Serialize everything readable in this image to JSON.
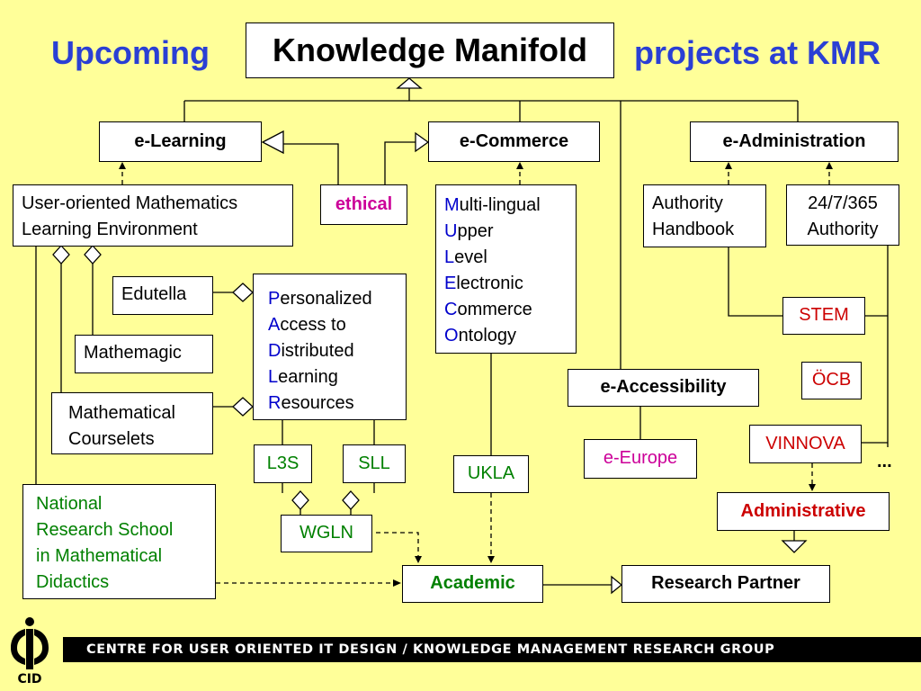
{
  "title": {
    "left": "Upcoming",
    "center": "Knowledge Manifold",
    "right": "projects at KMR"
  },
  "nodes": {
    "e_learning": "e-Learning",
    "e_commerce": "e-Commerce",
    "e_administration": "e-Administration",
    "umle": [
      "User-oriented Mathematics",
      "Learning Environment"
    ],
    "ethical": "ethical",
    "mulleco": [
      {
        "initial": "M",
        "rest": "ulti-lingual"
      },
      {
        "initial": "U",
        "rest": "pper"
      },
      {
        "initial": "L",
        "rest": "evel"
      },
      {
        "initial": "E",
        "rest": "lectronic"
      },
      {
        "initial": "C",
        "rest": "ommerce"
      },
      {
        "initial": "O",
        "rest": "ntology"
      }
    ],
    "authority_handbook": [
      "Authority",
      "Handbook"
    ],
    "authority_247": [
      "24/7/365",
      "Authority"
    ],
    "edutella": "Edutella",
    "mathemagic": "Mathemagic",
    "courselets": [
      "Mathematical",
      "Courselets"
    ],
    "padlr": [
      {
        "initial": "P",
        "rest": "ersonalized"
      },
      {
        "initial": "A",
        "rest": "ccess to"
      },
      {
        "initial": "D",
        "rest": "istributed"
      },
      {
        "initial": "L",
        "rest": "earning"
      },
      {
        "initial": "R",
        "rest": "esources"
      }
    ],
    "stem": "STEM",
    "ocb": "ÖCB",
    "e_accessibility": "e-Accessibility",
    "e_europe": "e-Europe",
    "vinnova": "VINNOVA",
    "ellipsis": "...",
    "l3s": "L3S",
    "sll": "SLL",
    "ukla": "UKLA",
    "wgln": "WGLN",
    "administrative": "Administrative",
    "nrs": [
      "National",
      "Research School",
      "in Mathematical",
      "Didactics"
    ],
    "academic": "Academic",
    "research_partner": "Research Partner"
  },
  "footer": {
    "logo_text": "CID",
    "bar_text": "CENTRE FOR USER ORIENTED IT DESIGN  /  KNOWLEDGE MANAGEMENT RESEARCH GROUP"
  },
  "colors": {
    "background": "#ffff99",
    "title_blue": "#2a3fd4",
    "acronym_blue": "#0000cc",
    "partner_green": "#008000",
    "agency_red": "#cc0000",
    "ethical_magenta": "#cc0099"
  }
}
